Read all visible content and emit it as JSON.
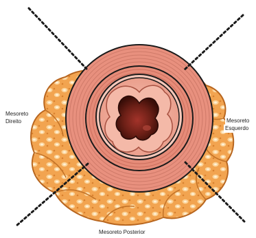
{
  "labels": {
    "mesoreto_direito": [
      "Mesoreto",
      "Direito"
    ],
    "mesoreto_esquerdo": [
      "Mesoreto",
      "Esquerdo"
    ],
    "mesoreto_posterior": "Mesoreto Posterior"
  },
  "colors": {
    "fat": "#f4a855",
    "fat_dark": "#d9822f",
    "fat_light": "#fbd49a",
    "muscle_outer": "#e8907e",
    "muscle_stripe": "#c9685a",
    "mucosa": "#f0a999",
    "lumen_dark": "#5a1a12",
    "line": "#1a1a1a"
  }
}
